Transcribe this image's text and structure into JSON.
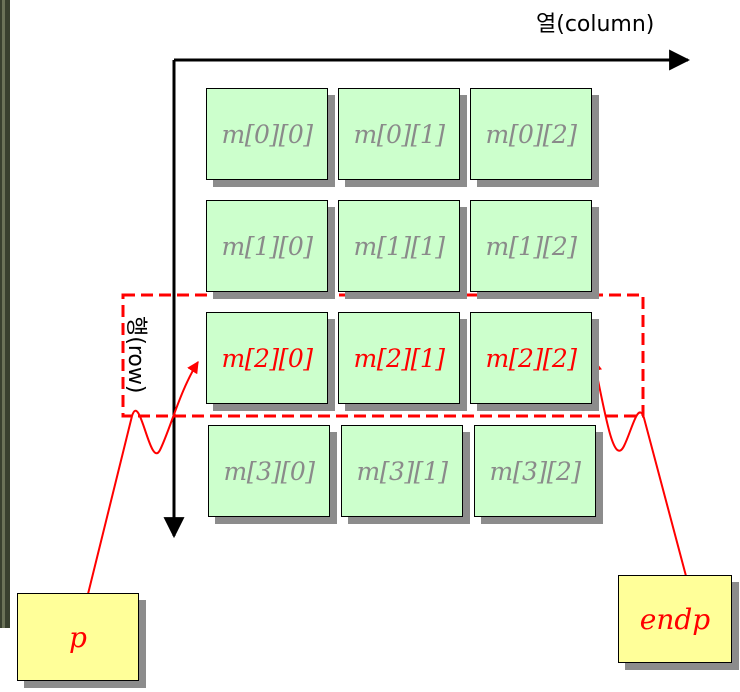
{
  "axes": {
    "column_label": "열(column)",
    "row_label": "행(row)"
  },
  "matrix": {
    "rows": [
      [
        "m[0][0]",
        "m[0][1]",
        "m[0][2]"
      ],
      [
        "m[1][0]",
        "m[1][1]",
        "m[1][2]"
      ],
      [
        "m[2][0]",
        "m[2][1]",
        "m[2][2]"
      ],
      [
        "m[3][0]",
        "m[3][1]",
        "m[3][2]"
      ]
    ],
    "highlighted_row": 2
  },
  "pointers": {
    "start": "p",
    "end": "endp"
  },
  "colors": {
    "cell_fill": "#ccffcc",
    "pointer_fill": "#ffff99",
    "highlight": "#ff0000",
    "label_gray": "#8a8a8a"
  }
}
